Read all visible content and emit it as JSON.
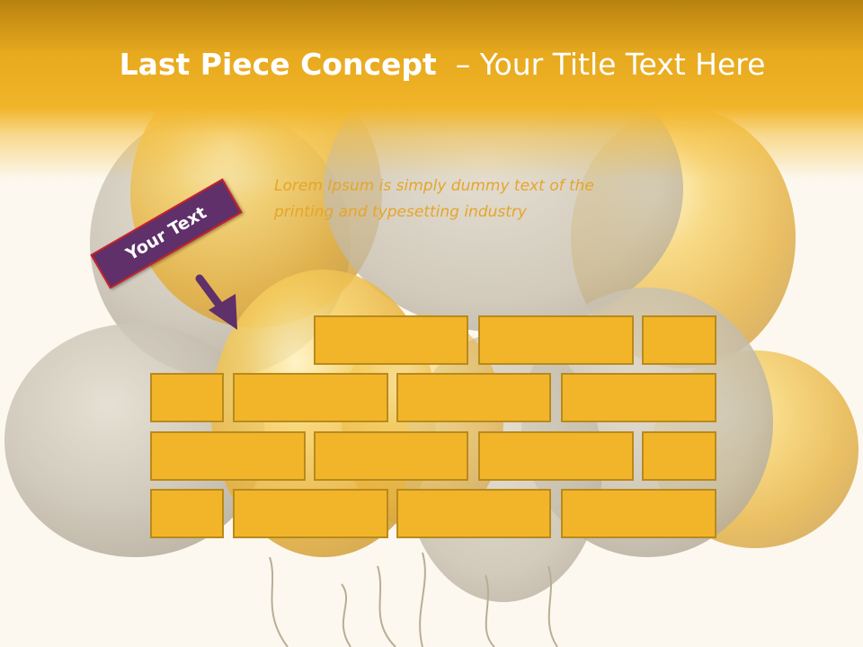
{
  "slide": {
    "title_bold": "Last Piece Concept",
    "title_rest": "– Your Title Text Here",
    "body_text": "Lorem Ipsum is simply dummy text of the printing and typesetting industry",
    "callout_label": "Your Text"
  },
  "colors": {
    "header": "#f1b52a",
    "brick_fill": "#f2b52a",
    "brick_border": "#b98a1b",
    "callout_fill": "#5f3069",
    "callout_border": "#c8202a",
    "arrow": "#5f3069",
    "body_text": "#e6a52a"
  },
  "icons": {
    "arrow": "down-right-arrow-icon",
    "background": "balloons-image"
  }
}
